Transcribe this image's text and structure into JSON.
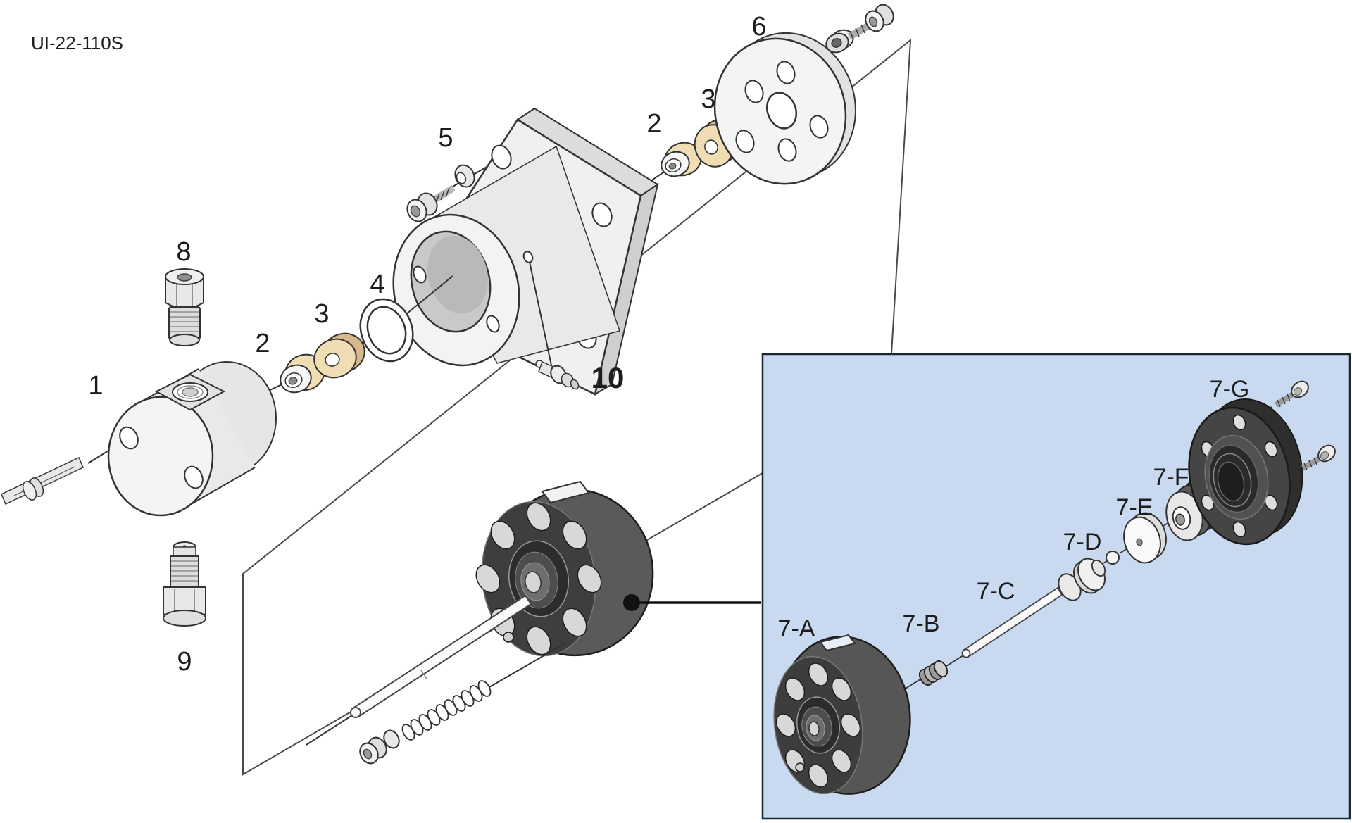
{
  "header": {
    "code": "UI-22-110S"
  },
  "diagram": {
    "part_labels": {
      "p1": "1",
      "p2_left": "2",
      "p3_left": "3",
      "p4": "4",
      "p5": "5",
      "p2_right": "2",
      "p3_right": "3",
      "p6": "6",
      "p8": "8",
      "p9": "9",
      "p10": "10"
    },
    "inset_labels": {
      "p7a": "7-A",
      "p7b": "7-B",
      "p7c": "7-C",
      "p7d": "7-D",
      "p7e": "7-E",
      "p7f": "7-F",
      "p7g": "7-G"
    },
    "colors": {
      "background": "#ffffff",
      "line_art": "#2b2b2b",
      "metal_light": "#f2f2f2",
      "metal_mid": "#dcdcdc",
      "tan_seal": "#f1ddb4",
      "tan_seal_edge": "#d8b88a",
      "dark_component": "#3e3e3e",
      "inset_background": "#c9d9ef",
      "inset_border": "#1c2533"
    }
  }
}
